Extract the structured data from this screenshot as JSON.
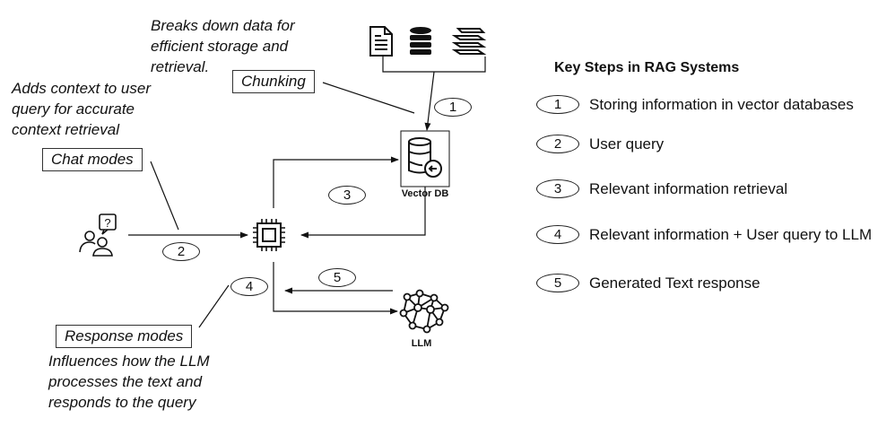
{
  "notes": {
    "chunking": "Breaks down data for efficient storage and retrieval.",
    "chat": "Adds context to user query for accurate context retrieval",
    "response": "Influences how the LLM processes the text and responds to the query"
  },
  "boxes": {
    "chunking": "Chunking",
    "chat_modes": "Chat modes",
    "response_modes": "Response modes"
  },
  "icons": {
    "sources": [
      "document-icon",
      "database-icon",
      "books-icon"
    ],
    "vector_db": "vector-database-icon",
    "user": "user-question-icon",
    "processor": "cpu-chip-icon",
    "llm": "neural-network-icon"
  },
  "labels": {
    "vector_db": "Vector DB",
    "llm": "LLM"
  },
  "flow_badges": [
    "1",
    "2",
    "3",
    "4",
    "5"
  ],
  "key_steps": {
    "title": "Key Steps in RAG Systems",
    "steps": [
      {
        "num": "1",
        "text": "Storing information in vector databases"
      },
      {
        "num": "2",
        "text": "User query"
      },
      {
        "num": "3",
        "text": "Relevant information retrieval"
      },
      {
        "num": "4",
        "text": "Relevant information + User query to LLM"
      },
      {
        "num": "5",
        "text": "Generated Text response"
      }
    ]
  }
}
